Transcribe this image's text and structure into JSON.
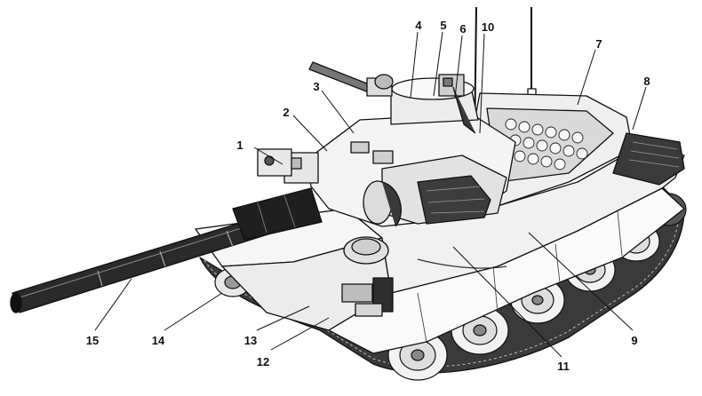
{
  "diagram": {
    "callouts": [
      {
        "id": "c1",
        "label": "1"
      },
      {
        "id": "c2",
        "label": "2"
      },
      {
        "id": "c3",
        "label": "3"
      },
      {
        "id": "c4",
        "label": "4"
      },
      {
        "id": "c5",
        "label": "5"
      },
      {
        "id": "c6",
        "label": "6"
      },
      {
        "id": "c7",
        "label": "7"
      },
      {
        "id": "c8",
        "label": "8"
      },
      {
        "id": "c9",
        "label": "9"
      },
      {
        "id": "c10",
        "label": "10"
      },
      {
        "id": "c11",
        "label": "11"
      },
      {
        "id": "c12",
        "label": "12"
      },
      {
        "id": "c13",
        "label": "13"
      },
      {
        "id": "c14",
        "label": "14"
      },
      {
        "id": "c15",
        "label": "15"
      }
    ]
  },
  "colors": {
    "ink": "#111111",
    "background": "#ffffff",
    "shade": "#2a2a2a",
    "light": "#f4f4f4"
  }
}
